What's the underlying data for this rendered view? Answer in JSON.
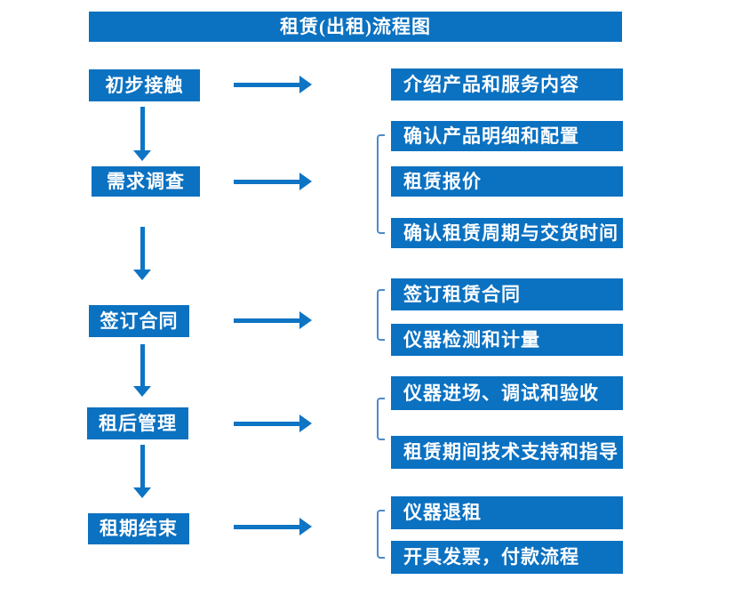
{
  "title": "租赁(出租)流程图",
  "colors": {
    "primary_blue": "#0b71c1",
    "arrow_blue": "#0e74c4",
    "bracket_blue": "#4f8ac6",
    "text": "#ffffff",
    "background": "#ffffff"
  },
  "flow": {
    "steps": [
      {
        "label": "初步接触",
        "outputs": [
          "介绍产品和服务内容"
        ]
      },
      {
        "label": "需求调查",
        "outputs": [
          "确认产品明细和配置",
          "租赁报价",
          "确认租赁周期与交货时间"
        ]
      },
      {
        "label": "签订合同",
        "outputs": [
          "签订租赁合同",
          "仪器检测和计量"
        ]
      },
      {
        "label": "租后管理",
        "outputs": [
          "仪器进场、调试和验收",
          "租赁期间技术支持和指导"
        ]
      },
      {
        "label": "租期结束",
        "outputs": [
          "仪器退租",
          "开具发票，付款流程"
        ]
      }
    ]
  }
}
